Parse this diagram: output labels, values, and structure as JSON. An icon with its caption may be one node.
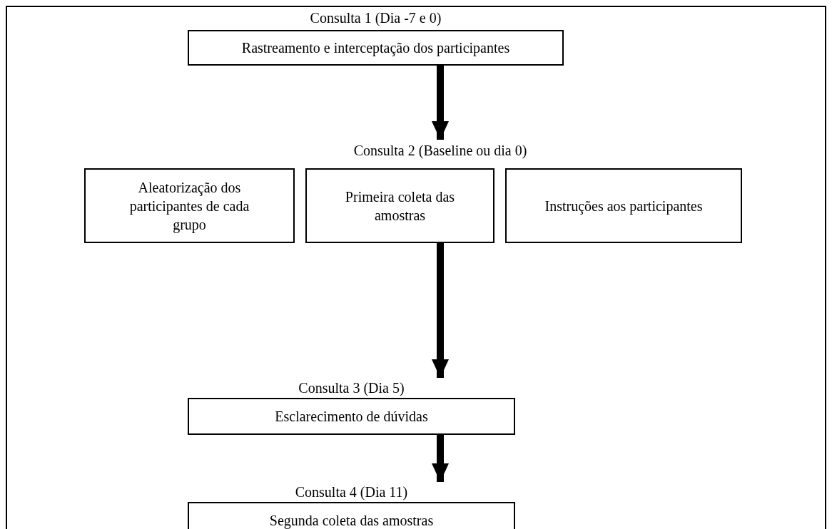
{
  "diagram": {
    "nodes": [
      {
        "text": [
          "Consulta 1 (Dia -7 e 0)",
          "Rastreamento e interceptação dos participantes"
        ]
      },
      {
        "text": [
          "Consulta 2 (Baseline ou dia 0)"
        ]
      },
      {
        "text": [
          "Aleatorização dos participantes de cada grupo"
        ]
      },
      {
        "text": [
          "Primeira coleta das amostras"
        ]
      },
      {
        "text": [
          "Instruções aos participantes"
        ]
      },
      {
        "text": [
          "Consulta 3 (Dia 5)",
          "Esclarecimento de dúvidas"
        ]
      },
      {
        "text": [
          "Consulta 4 (Dia 11)",
          "Segunda coleta das amostras"
        ]
      }
    ],
    "edges": [
      {
        "from": 0,
        "to": 1,
        "arrow": "to"
      },
      {
        "from": 3,
        "to": 5,
        "arrow": "to"
      },
      {
        "from": 5,
        "to": 6,
        "arrow": "to"
      }
    ]
  }
}
